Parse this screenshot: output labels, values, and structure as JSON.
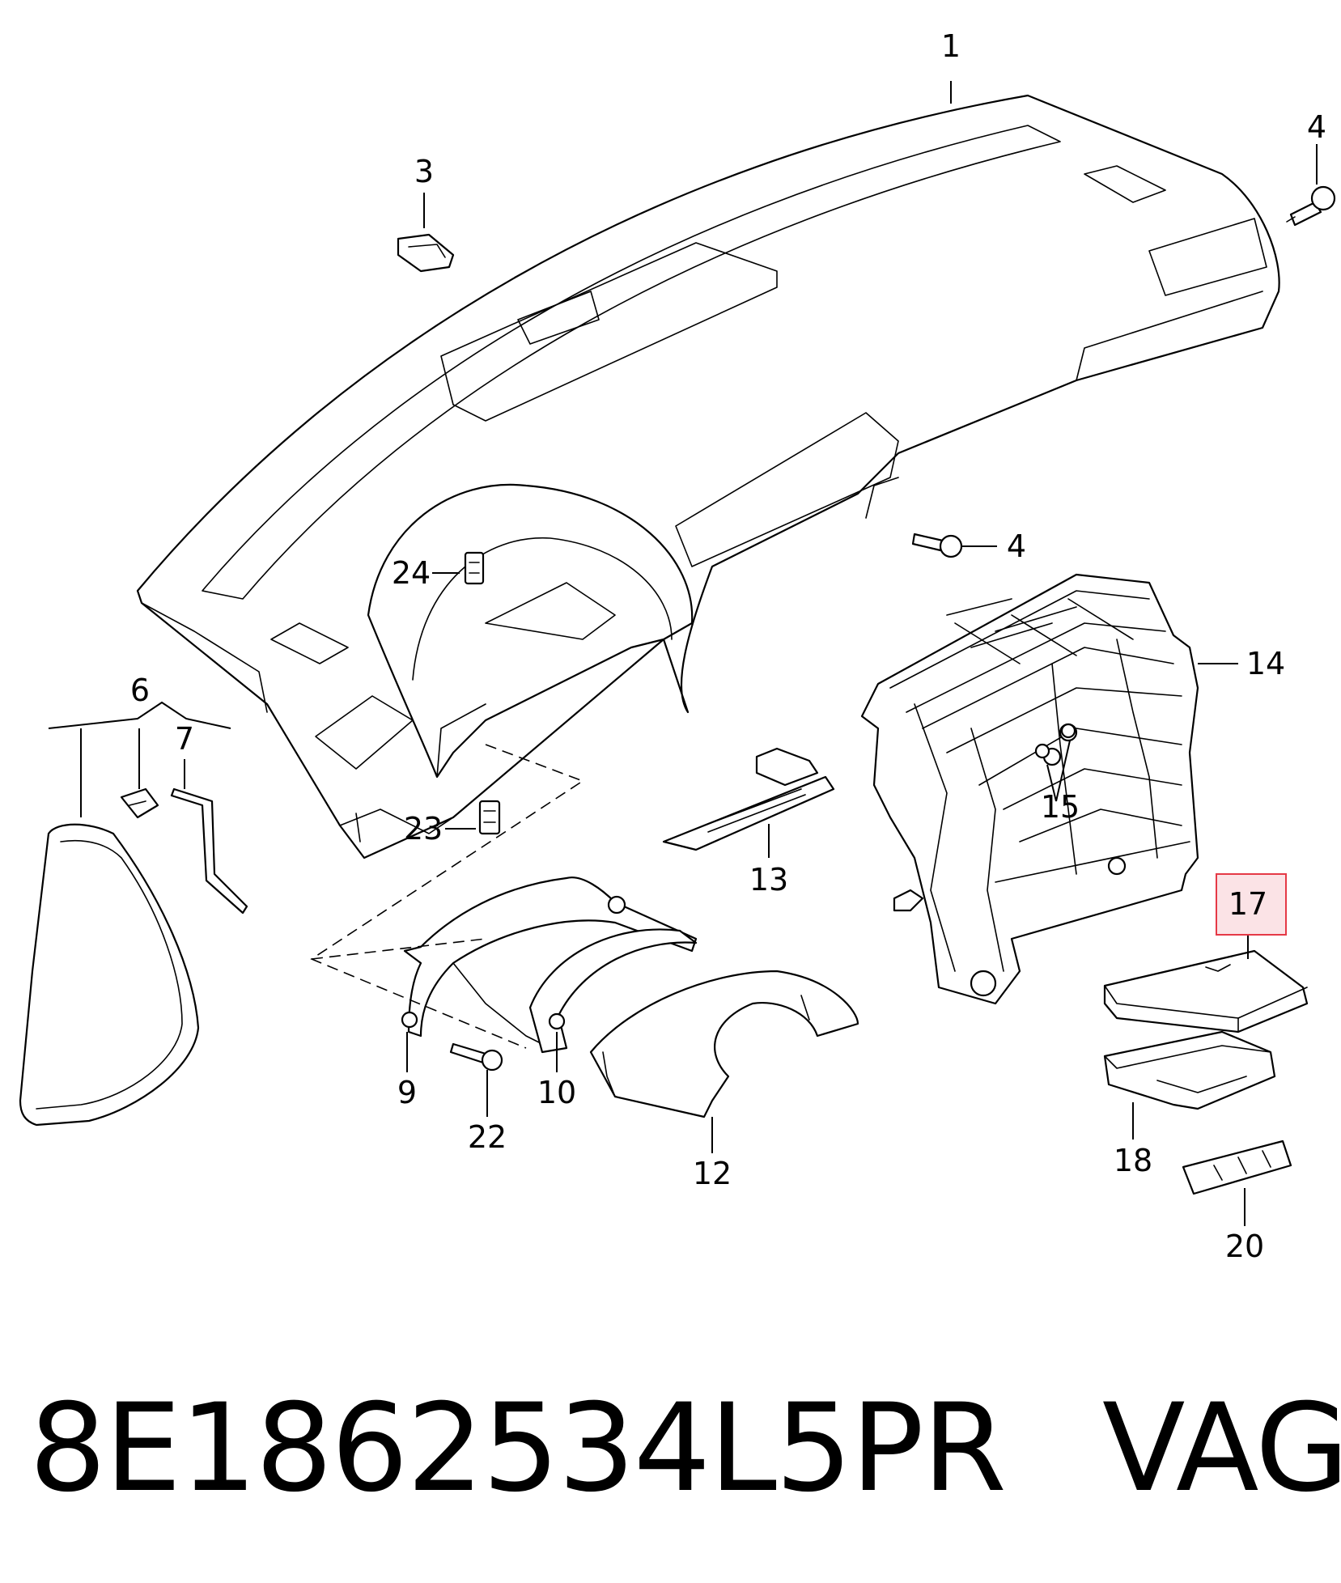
{
  "callouts": {
    "c1": "1",
    "c3": "3",
    "c4a": "4",
    "c4b": "4",
    "c6": "6",
    "c7": "7",
    "c9": "9",
    "c10": "10",
    "c12": "12",
    "c13": "13",
    "c14": "14",
    "c15": "15",
    "c17": "17",
    "c18": "18",
    "c20": "20",
    "c22": "22",
    "c23": "23",
    "c24": "24"
  },
  "highlight": {
    "callout": "17",
    "color": "#e53946",
    "fill": "#fbe3e6"
  },
  "footer": {
    "part_number": "8E1862534L5PR",
    "brand": "VAG"
  }
}
